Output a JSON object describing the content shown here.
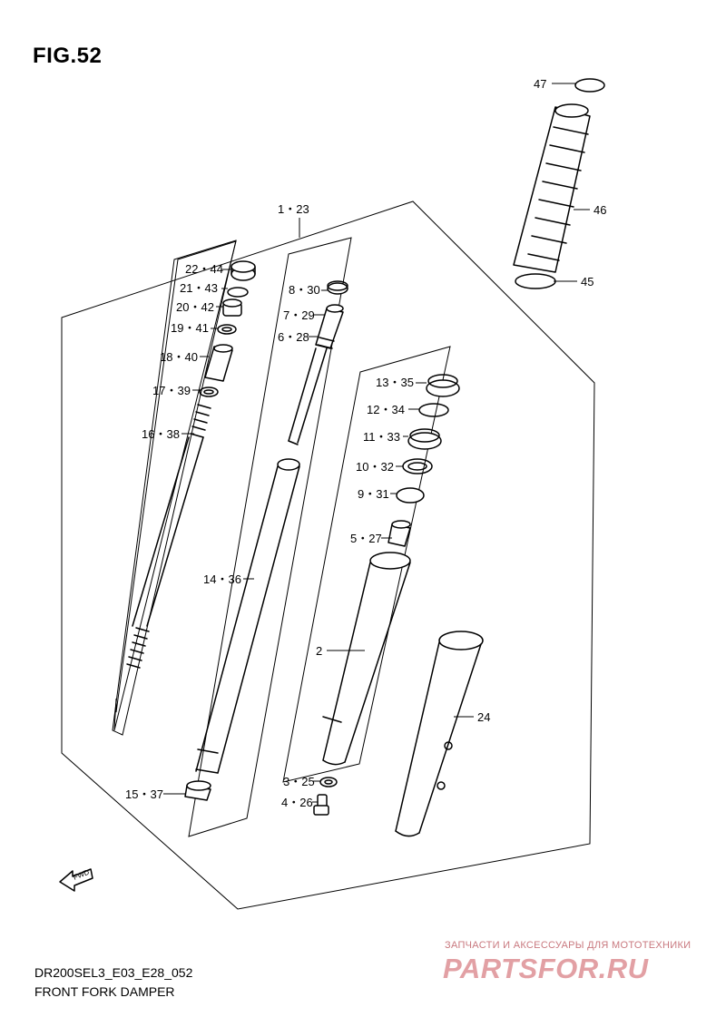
{
  "figure": {
    "title": "FIG.52"
  },
  "callouts": {
    "c1_23": "1・23",
    "c22_44": "22・44",
    "c21_43": "21・43",
    "c20_42": "20・42",
    "c19_41": "19・41",
    "c18_40": "18・40",
    "c17_39": "17・39",
    "c16_38": "16・38",
    "c8_30": "8・30",
    "c7_29": "7・29",
    "c6_28": "6・28",
    "c14_36": "14・36",
    "c15_37": "15・37",
    "c13_35": "13・35",
    "c12_34": "12・34",
    "c11_33": "11・33",
    "c10_32": "10・32",
    "c9_31": "9・31",
    "c5_27": "5・27",
    "c2": "2",
    "c24": "24",
    "c3_25": "3・25",
    "c4_26": "4・26",
    "c47": "47",
    "c46": "46",
    "c45": "45"
  },
  "fwd_marker": "FWD",
  "footer": {
    "code": "DR200SEL3_E03_E28_052",
    "name": "FRONT FORK DAMPER"
  },
  "watermark": {
    "tagline": "ЗАПЧАСТИ И АКСЕССУАРЫ ДЛЯ МОТОТЕХНИКИ",
    "logo": "PARTSFOR.RU"
  }
}
